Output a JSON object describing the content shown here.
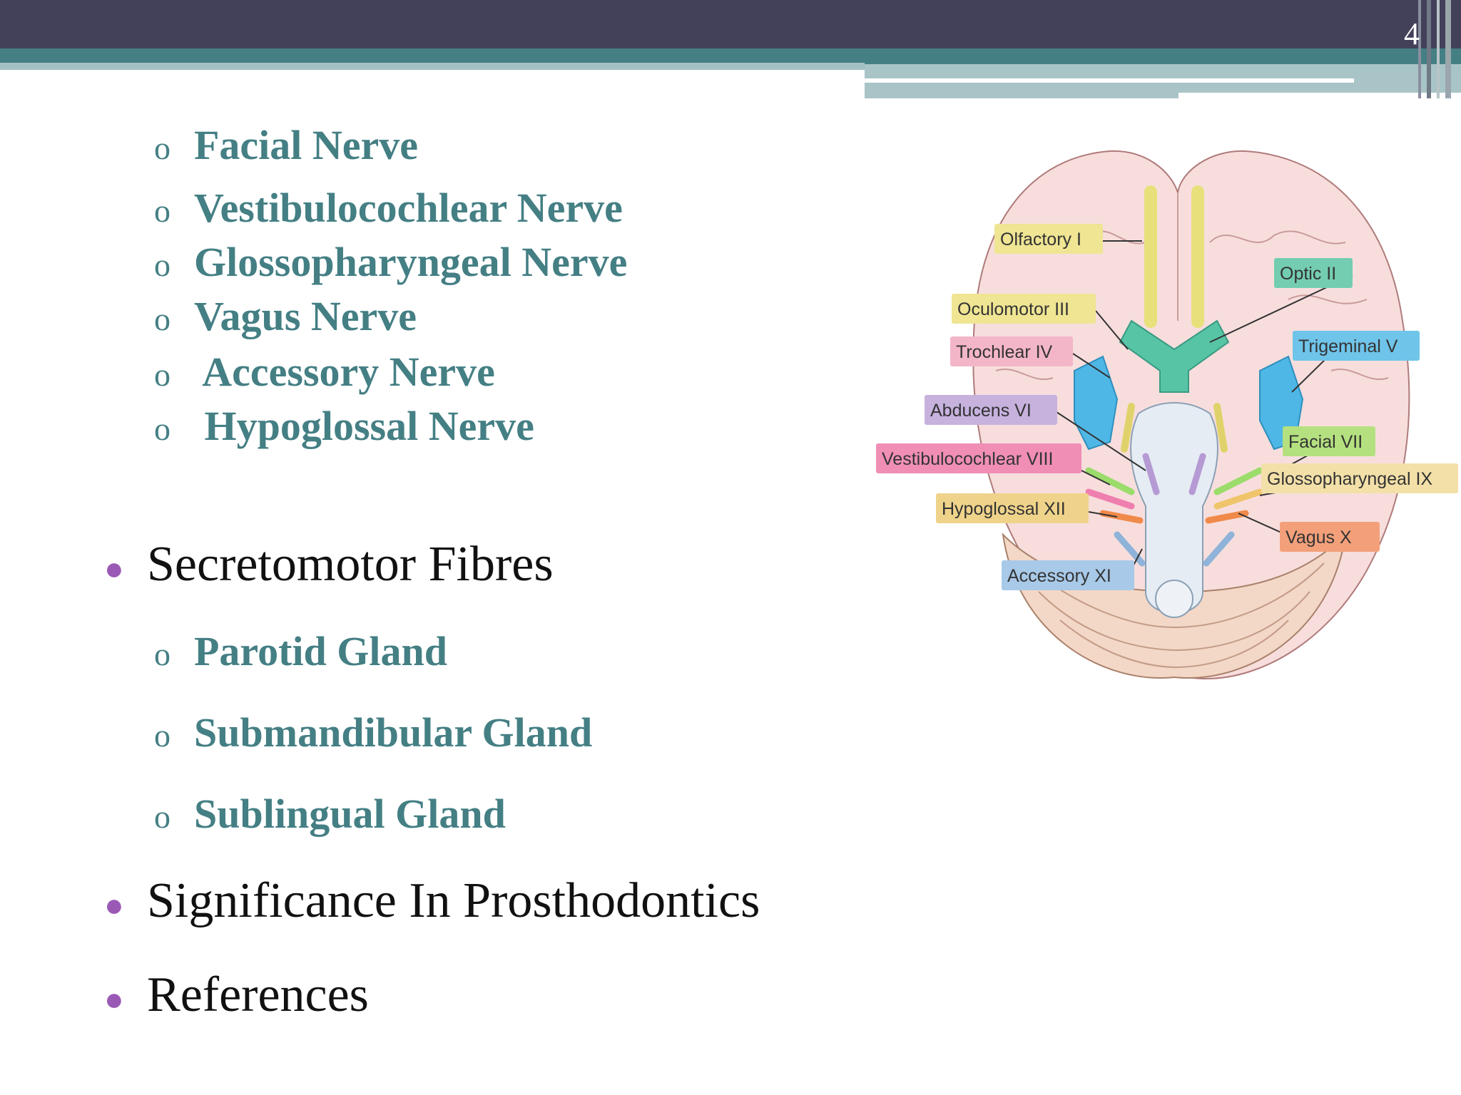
{
  "slide_number": "4",
  "nerve_list": [
    {
      "marker": "o",
      "label": "Facial Nerve"
    },
    {
      "marker": "o",
      "label": "Vestibulocochlear Nerve"
    },
    {
      "marker": "o",
      "label": "Glossopharyngeal  Nerve"
    },
    {
      "marker": "o",
      "label": " Accessory Nerve"
    },
    {
      "marker": "o",
      "label": "Vagus Nerve"
    },
    {
      "marker": "o",
      "label": " Hypoglossal Nerve"
    }
  ],
  "bullets": {
    "secretomotor": "Secretomotor  Fibres",
    "significance": "Significance In Prosthodontics",
    "references": "References"
  },
  "gland_list": [
    {
      "marker": "o",
      "label": "Parotid Gland"
    },
    {
      "marker": "o",
      "label": "Submandibular Gland"
    },
    {
      "marker": "o",
      "label": "Sublingual Gland"
    }
  ],
  "diagram_labels": {
    "olfactory": "Olfactory I",
    "optic": "Optic II",
    "oculomotor": "Oculomotor III",
    "trochlear": "Trochlear IV",
    "trigeminal": "Trigeminal V",
    "abducens": "Abducens VI",
    "facial": "Facial VII",
    "vestibulocochlear": "Vestibulocochlear VIII",
    "glossopharyngeal": "Glossopharyngeal IX",
    "hypoglossal": "Hypoglossal XII",
    "vagus": "Vagus X",
    "accessory": "Accessory XI"
  },
  "colors": {
    "header_dark": "#43405a",
    "teal": "#447f84",
    "teal_light": "#a3c0c2",
    "bullet_purple": "#9b59b6"
  }
}
